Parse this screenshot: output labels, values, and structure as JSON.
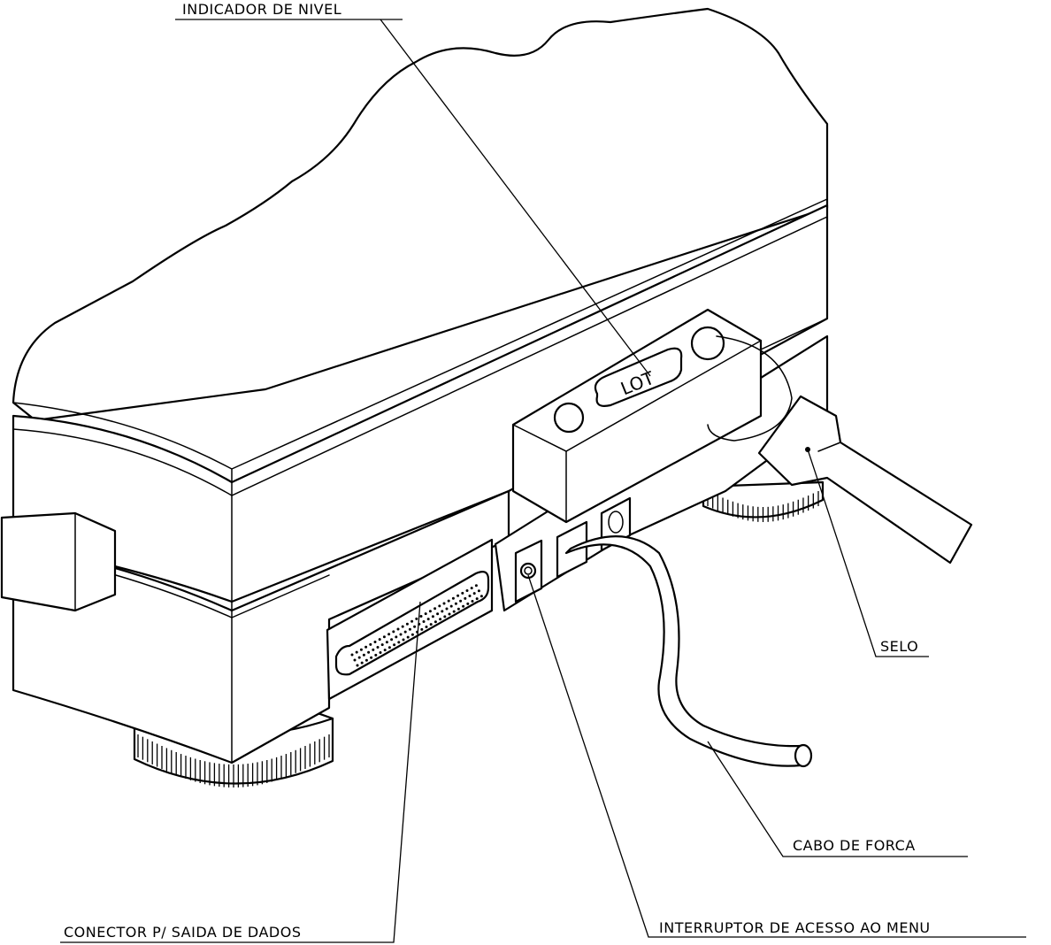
{
  "labels": {
    "level_indicator": "INDICADOR DE NIVEL",
    "seal": "SELO",
    "power_cable": "CABO DE FORCA",
    "menu_switch": "INTERRUPTOR DE ACESSO AO MENU",
    "data_connector": "CONECTOR P/ SAIDA DE DADOS"
  },
  "level_bubble_text": "LOT"
}
